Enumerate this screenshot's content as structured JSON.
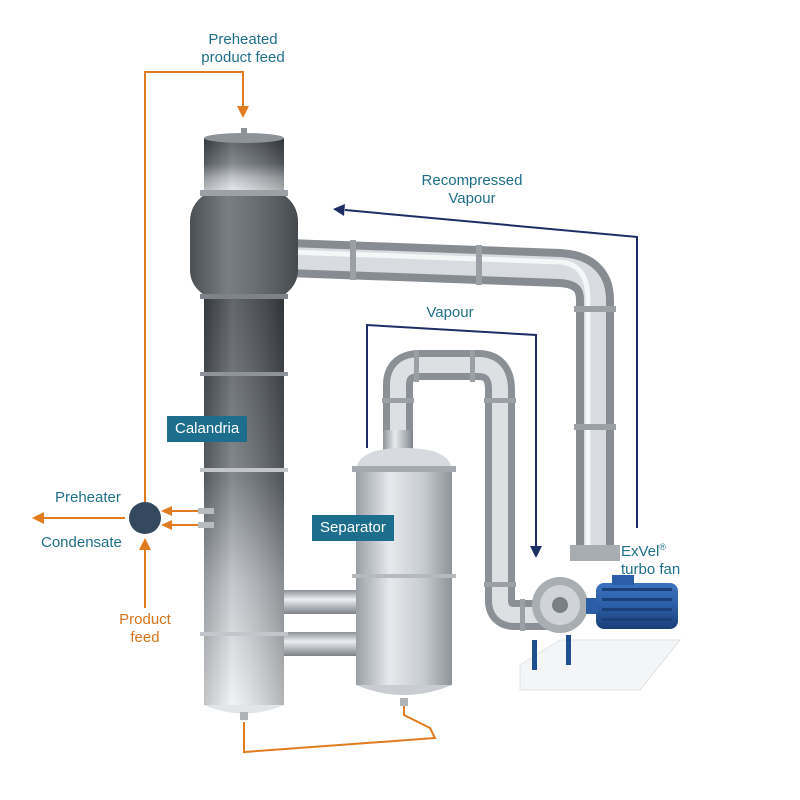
{
  "colors": {
    "orange_line": "#e07b1f",
    "orange_text": "#d9731a",
    "teal_text": "#1f6f8b",
    "navy_line": "#1c2e63",
    "tag_bg": "#1d6d8d",
    "motor_blue": "#2b5ea6",
    "steel_dark": "#4f5358",
    "steel_light": "#e9ecef"
  },
  "labels": {
    "preheated_product_feed": "Preheated\nproduct feed",
    "recompressed_vapour": "Recompressed\nVapour",
    "vapour": "Vapour",
    "calandria": "Calandria",
    "separator": "Separator",
    "preheater": "Preheater",
    "condensate": "Condensate",
    "product_feed": "Product\nfeed",
    "exvel_name": "ExVel",
    "exvel_registered": "®",
    "exvel_sub": "turbo fan"
  },
  "icons": {
    "arrow": "arrow-icon",
    "junction": "junction-node-icon",
    "motor": "motor-icon",
    "fan": "turbo-fan-icon"
  }
}
